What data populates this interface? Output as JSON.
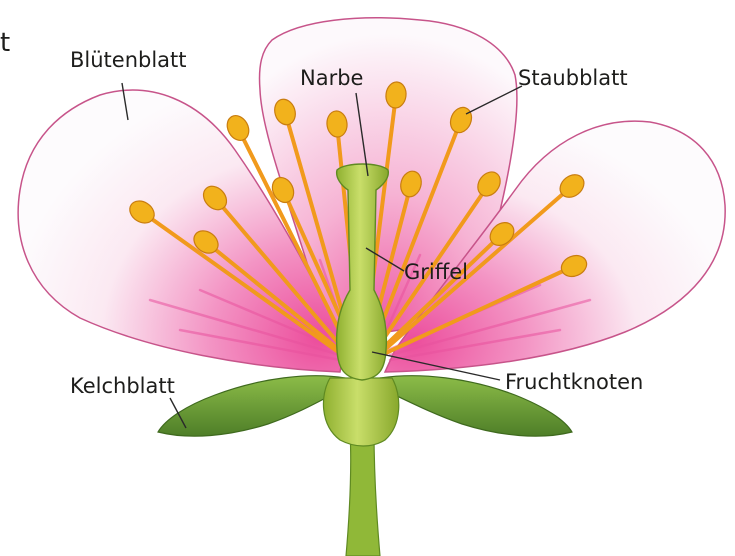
{
  "figure": {
    "edge_fragment": "t",
    "labels": {
      "petal": "Blütenblatt",
      "stigma": "Narbe",
      "stamen": "Staubblatt",
      "style": "Griffel",
      "ovary": "Fruchtknoten",
      "sepal": "Kelchblatt"
    }
  },
  "colors": {
    "petal_outline": "#c7548a",
    "petal_pink": "#ef5fa8",
    "petal_white": "#fbf8fb",
    "filament": "#f19a1c",
    "anther": "#f2b21c",
    "pistil": "#a8c83c",
    "sepal": "#6c9e34",
    "stem": "#90b838",
    "leader_line": "#2a2a2a"
  }
}
